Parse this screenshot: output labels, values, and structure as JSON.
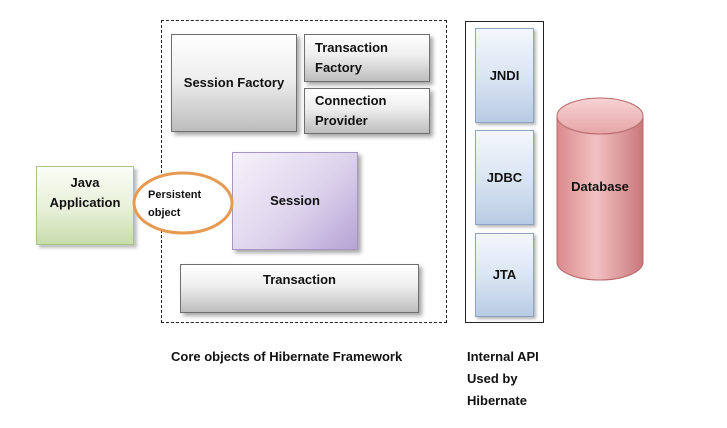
{
  "core": {
    "session_factory": "Session Factory",
    "transaction_factory": "Transaction Factory",
    "connection_provider": "Connection Provider",
    "session": "Session",
    "transaction": "Transaction",
    "caption": "Core objects of Hibernate Framework"
  },
  "java_app": {
    "label": "Java Application"
  },
  "persistent_object": {
    "label": "Persistent object",
    "border_color": "#e69a52"
  },
  "internal_api": {
    "items": [
      "JNDI",
      "JDBC",
      "JTA"
    ],
    "caption": [
      "Internal API",
      "Used by",
      "Hibernate"
    ]
  },
  "database": {
    "label": "Database",
    "color": "#e8a4a6"
  }
}
